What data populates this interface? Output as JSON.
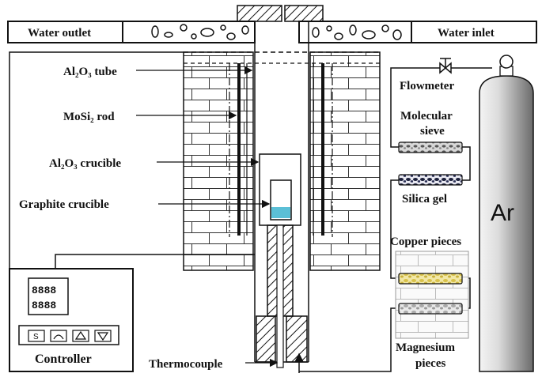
{
  "labels": {
    "water_outlet": "Water outlet",
    "water_inlet": "Water inlet",
    "al2o3_tube": "Al₂O₃ tube",
    "mosi2_rod": "MoSi₂ rod",
    "al2o3_crucible": "Al₂O₃ crucible",
    "graphite_crucible": "Graphite crucible",
    "controller": "Controller",
    "thermocouple": "Thermocouple",
    "flowmeter": "Flowmeter",
    "molecular_sieve_1": "Molecular",
    "molecular_sieve_2": "sieve",
    "silica_gel": "Silica gel",
    "copper_pieces": "Copper pieces",
    "magnesium_pieces_1": "Magnesium",
    "magnesium_pieces_2": "pieces",
    "gas": "Ar"
  },
  "controller": {
    "display_top": "8888",
    "display_bottom": "8888",
    "button_s": "S"
  },
  "colors": {
    "line": "#111111",
    "liquid": "#5bbfd6",
    "copper": "#e6d36a",
    "cylinder_light": "#f2f2f2",
    "cylinder_dark": "#6e6e6e"
  },
  "icons": [
    "valve-icon",
    "regulator-icon",
    "up-triangle-icon",
    "down-triangle-icon",
    "arc-icon"
  ]
}
